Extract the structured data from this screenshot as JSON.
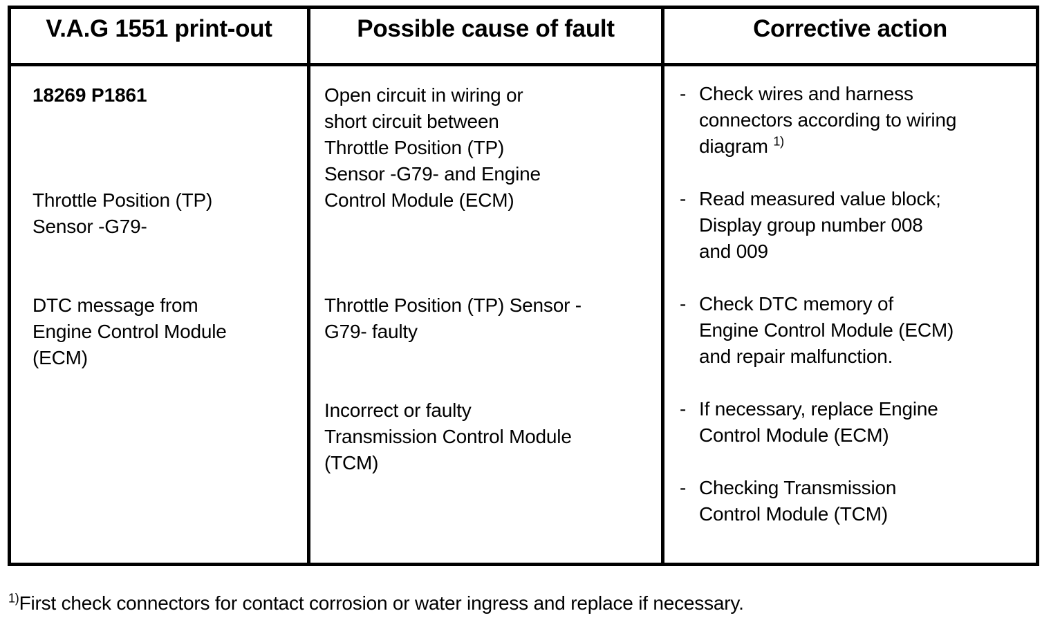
{
  "table": {
    "headers": [
      "V.A.G 1551 print-out",
      "Possible cause of fault",
      "Corrective action"
    ],
    "column1": {
      "code": "18269 P1861",
      "sensor": [
        "Throttle Position (TP)",
        "Sensor -G79-"
      ],
      "dtc": [
        "DTC message from",
        "Engine Control Module",
        "(ECM)"
      ]
    },
    "column2": {
      "cause1_part1": [
        "Open circuit in wiring or",
        "short circuit between",
        "Throttle Position (TP)"
      ],
      "cause1_part2": [
        "Sensor -G79- and Engine",
        "Control Module (ECM)"
      ],
      "cause2": [
        "Throttle Position (TP) Sensor -",
        "G79- faulty"
      ],
      "cause3": [
        "Incorrect or faulty",
        "Transmission Control Module",
        "(TCM)"
      ]
    },
    "column3": {
      "dash": "-",
      "action1": [
        "Check wires and harness",
        "connectors according to wiring",
        "diagram "
      ],
      "action1_footnote_marker": "1)",
      "action2": [
        "Read measured value block;",
        "Display group number 008",
        "and 009"
      ],
      "action3": [
        "Check DTC memory of",
        "Engine Control Module (ECM)",
        "and repair malfunction."
      ],
      "action4": [
        "If necessary, replace Engine",
        "Control Module (ECM)"
      ],
      "action5": [
        "Checking Transmission",
        "Control Module (TCM)"
      ]
    }
  },
  "footnote": {
    "marker": "1)",
    "text": "First check connectors for contact corrosion or water ingress and replace if necessary."
  },
  "colors": {
    "ink": "#000000",
    "paper": "#ffffff"
  }
}
